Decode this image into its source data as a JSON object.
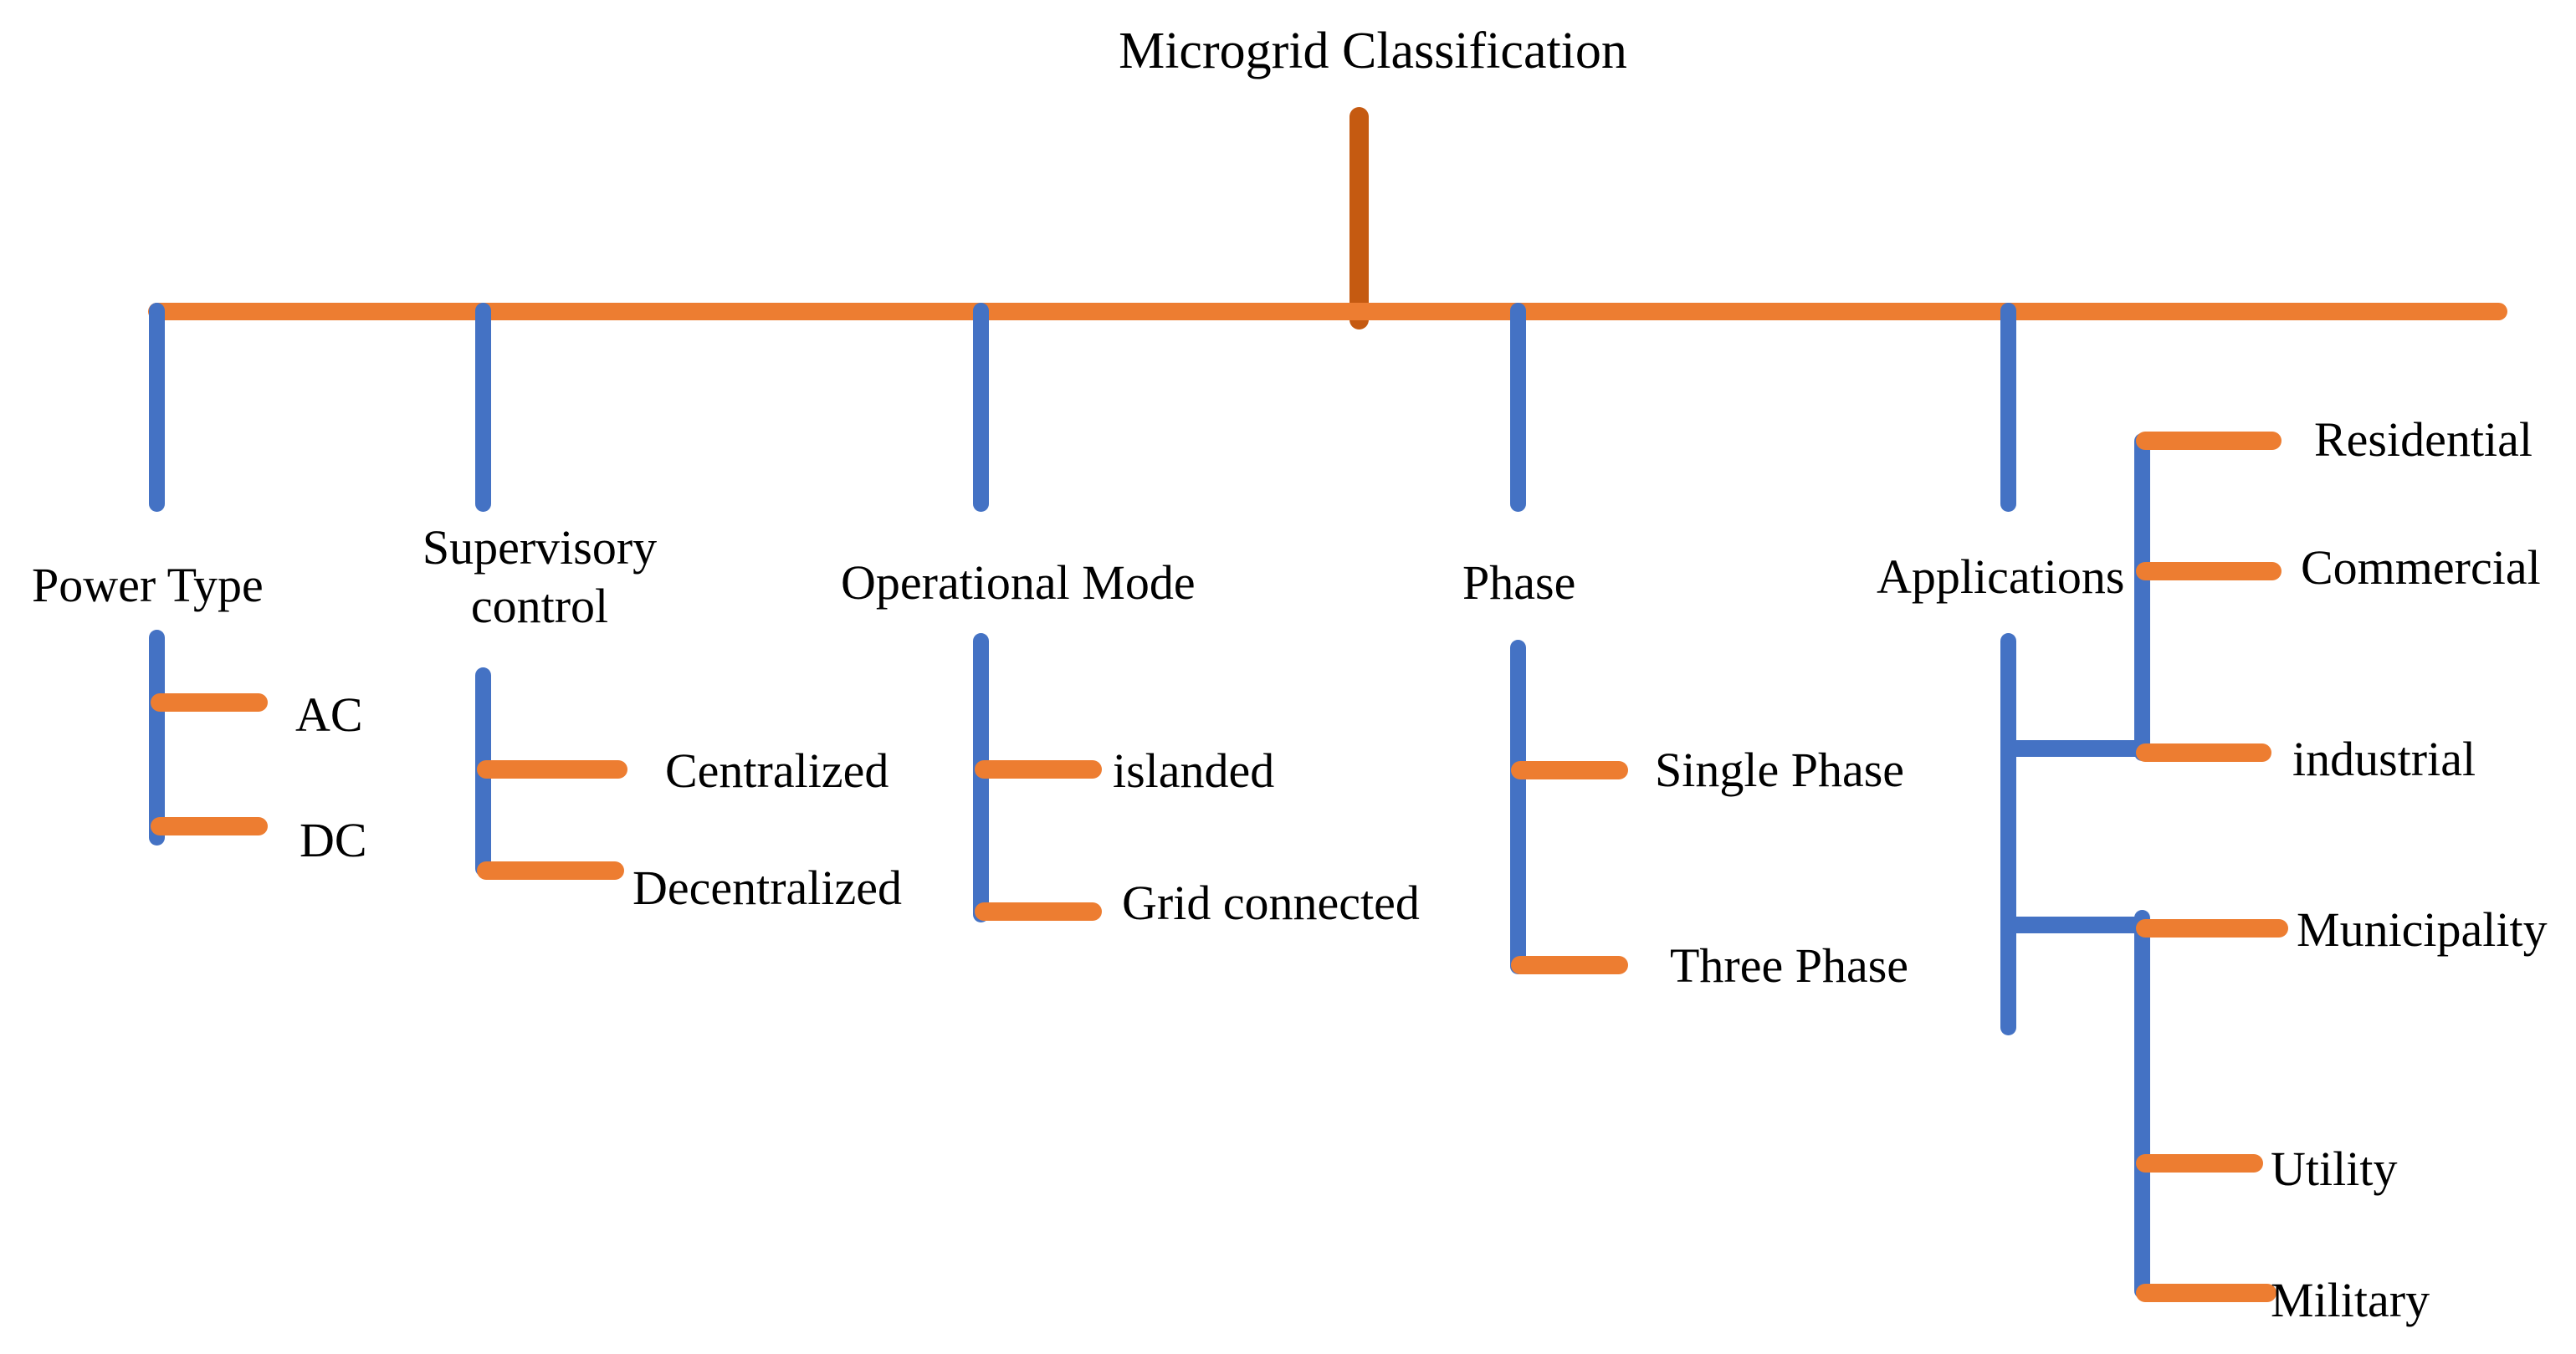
{
  "title": "Microgrid Classification",
  "colors": {
    "branch_orange": "#ED7D31",
    "trunk_dark_orange": "#C55A11",
    "spine_blue": "#4472C4",
    "text": "#000000",
    "background": "#FFFFFF"
  },
  "tree": {
    "root_label": "Microgrid Classification",
    "groups": [
      {
        "label": "Power Type",
        "children": [
          {
            "label": "AC"
          },
          {
            "label": "DC"
          }
        ]
      },
      {
        "label": "Supervisory control",
        "children": [
          {
            "label": "Centralized"
          },
          {
            "label": "Decentralized"
          }
        ]
      },
      {
        "label": "Operational Mode",
        "children": [
          {
            "label": "islanded"
          },
          {
            "label": "Grid connected"
          }
        ]
      },
      {
        "label": "Phase",
        "children": [
          {
            "label": "Single Phase"
          },
          {
            "label": "Three Phase"
          }
        ]
      },
      {
        "label": "Applications",
        "children": [
          {
            "label": "Residential"
          },
          {
            "label": "Commercial"
          },
          {
            "label": "industrial"
          },
          {
            "label": "Municipality"
          },
          {
            "label": "Utility"
          },
          {
            "label": "Military"
          }
        ]
      }
    ]
  }
}
